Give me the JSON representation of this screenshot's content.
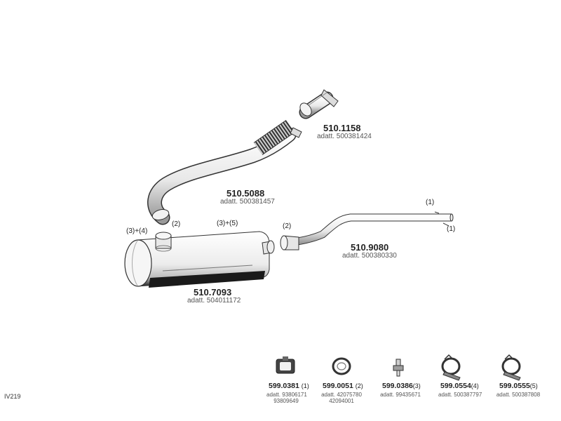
{
  "diagram_code": "IV219",
  "parts": {
    "flex_pipe": {
      "number": "510.1158",
      "adatt": "adatt. 500381424"
    },
    "front_pipe": {
      "number": "510.5088",
      "adatt": "adatt. 500381457"
    },
    "tail_pipe": {
      "number": "510.9080",
      "adatt": "adatt. 500380330"
    },
    "muffler": {
      "number": "510.7093",
      "adatt": "adatt. 504011172"
    }
  },
  "callouts": {
    "tail_end_top": "(1)",
    "tail_end_bottom": "(1)",
    "tail_inlet": "(2)",
    "muffler_left": "(3)+(4)",
    "muffler_inlet": "(2)",
    "muffler_right": "(3)+(5)"
  },
  "accessories": [
    {
      "number": "599.0381",
      "index": "(1)",
      "adatt": "adatt. 93806171",
      "adatt2": "93809649"
    },
    {
      "number": "599.0051",
      "index": "(2)",
      "adatt": "adatt. 42075780",
      "adatt2": "42094001"
    },
    {
      "number": "599.0386",
      "index": "(3)",
      "adatt": "adatt. 99435671",
      "adatt2": ""
    },
    {
      "number": "599.0554",
      "index": "(4)",
      "adatt": "adatt. 500387797",
      "adatt2": ""
    },
    {
      "number": "599.0555",
      "index": "(5)",
      "adatt": "adatt. 500387808",
      "adatt2": ""
    }
  ]
}
